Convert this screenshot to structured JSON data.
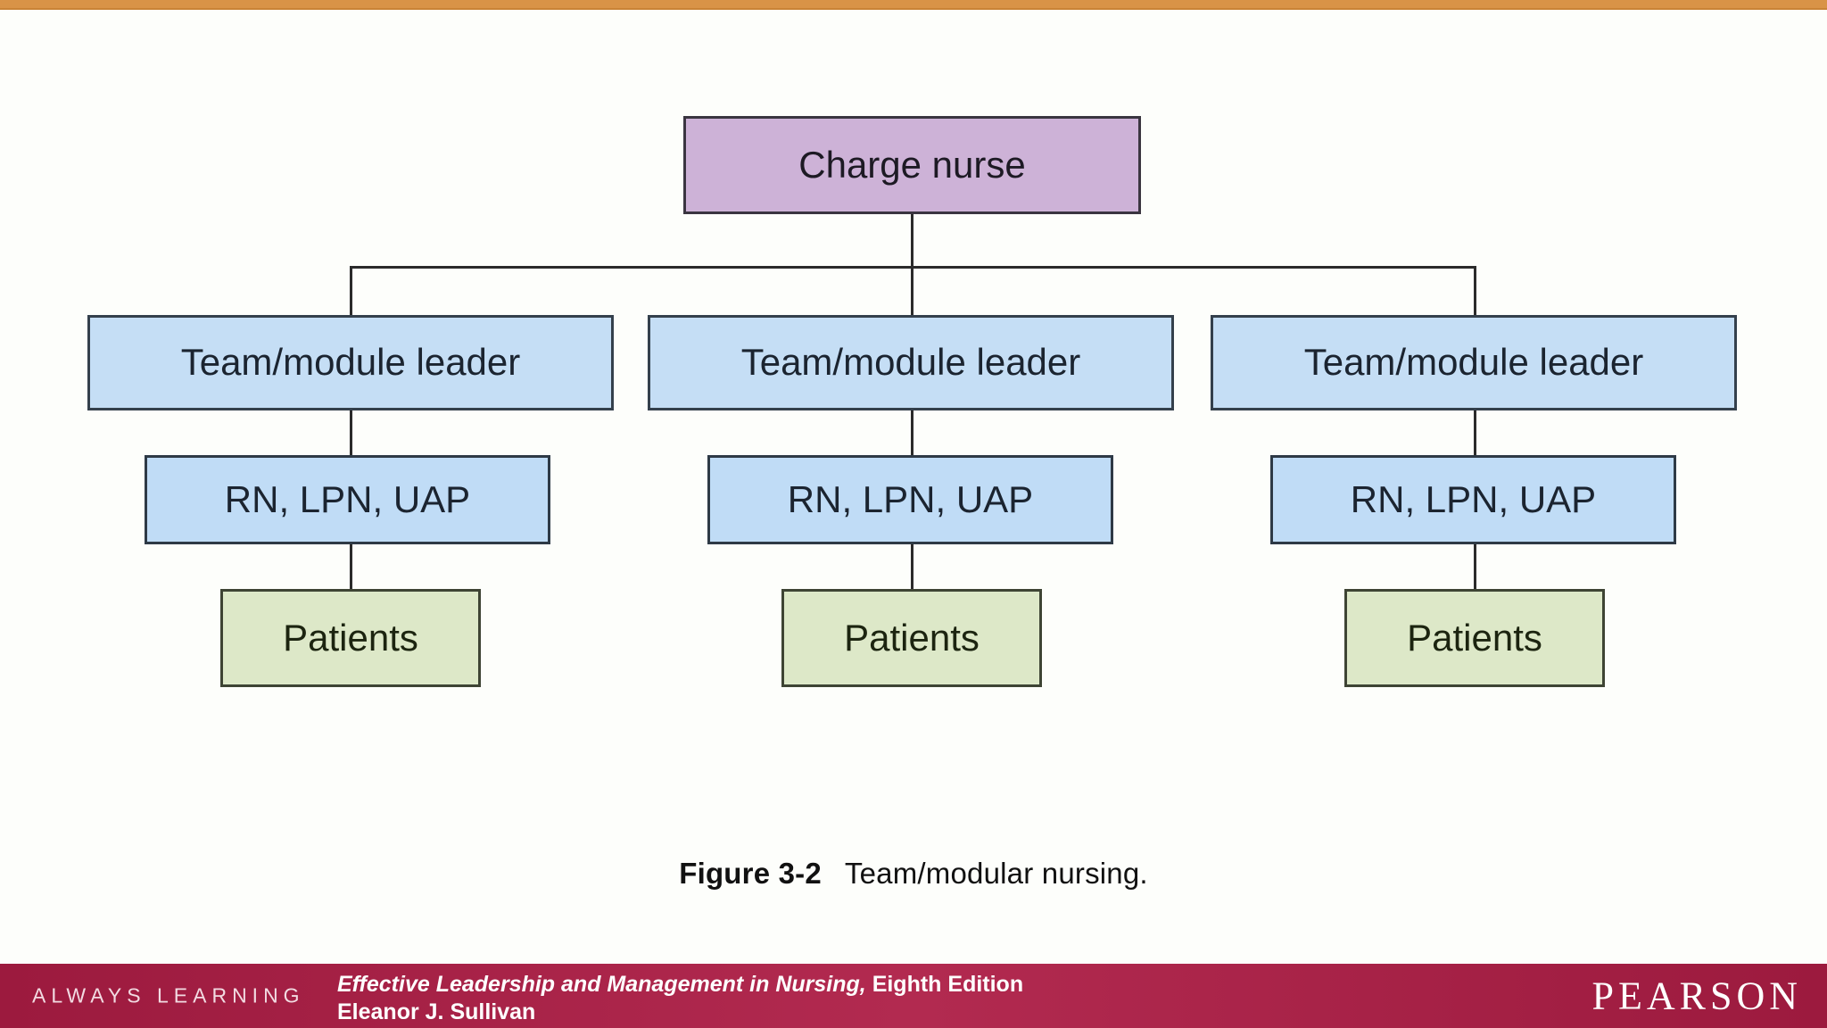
{
  "slide": {
    "background_color": "#fdfefb",
    "top_bar_color": "#d99347"
  },
  "chart_data": {
    "type": "diagram",
    "title": "Team/modular nursing",
    "orientation": "top-down organizational hierarchy",
    "levels": 4,
    "nodes": [
      {
        "id": "charge",
        "label": "Charge nurse",
        "level": 0,
        "fill": "#cdb2d7",
        "stroke": "#3a3540"
      },
      {
        "id": "team1",
        "label": "Team/module leader",
        "level": 1,
        "fill": "#c5def5",
        "stroke": "#34404c"
      },
      {
        "id": "team2",
        "label": "Team/module leader",
        "level": 1,
        "fill": "#c5def5",
        "stroke": "#34404c"
      },
      {
        "id": "team3",
        "label": "Team/module leader",
        "level": 1,
        "fill": "#c5def5",
        "stroke": "#34404c"
      },
      {
        "id": "staff1",
        "label": "RN, LPN, UAP",
        "level": 2,
        "fill": "#c0dcf6",
        "stroke": "#2e3a46"
      },
      {
        "id": "staff2",
        "label": "RN, LPN, UAP",
        "level": 2,
        "fill": "#c0dcf6",
        "stroke": "#2e3a46"
      },
      {
        "id": "staff3",
        "label": "RN, LPN, UAP",
        "level": 2,
        "fill": "#c0dcf6",
        "stroke": "#2e3a46"
      },
      {
        "id": "patients1",
        "label": "Patients",
        "level": 3,
        "fill": "#dde8c8",
        "stroke": "#3e4434"
      },
      {
        "id": "patients2",
        "label": "Patients",
        "level": 3,
        "fill": "#dde8c8",
        "stroke": "#3e4434"
      },
      {
        "id": "patients3",
        "label": "Patients",
        "level": 3,
        "fill": "#dde8c8",
        "stroke": "#3e4434"
      }
    ],
    "edges": [
      {
        "from": "charge",
        "to": "team1"
      },
      {
        "from": "charge",
        "to": "team2"
      },
      {
        "from": "charge",
        "to": "team3"
      },
      {
        "from": "team1",
        "to": "staff1"
      },
      {
        "from": "team2",
        "to": "staff2"
      },
      {
        "from": "team3",
        "to": "staff3"
      },
      {
        "from": "staff1",
        "to": "patients1"
      },
      {
        "from": "staff2",
        "to": "patients2"
      },
      {
        "from": "staff3",
        "to": "patients3"
      }
    ]
  },
  "diagram": {
    "root": {
      "label": "Charge nurse"
    },
    "columns": [
      {
        "team_leader": "Team/module leader",
        "staff": "RN, LPN, UAP",
        "patients": "Patients"
      },
      {
        "team_leader": "Team/module leader",
        "staff": "RN, LPN, UAP",
        "patients": "Patients"
      },
      {
        "team_leader": "Team/module leader",
        "staff": "RN, LPN, UAP",
        "patients": "Patients"
      }
    ]
  },
  "caption": {
    "figure_label": "Figure 3-2",
    "figure_text": "Team/modular nursing."
  },
  "footer": {
    "tagline": "ALWAYS LEARNING",
    "book_title": "Effective Leadership and Management in Nursing,",
    "edition": "Eighth Edition",
    "author": "Eleanor J. Sullivan",
    "brand": "PEARSON",
    "bar_color": "#a61e43"
  }
}
